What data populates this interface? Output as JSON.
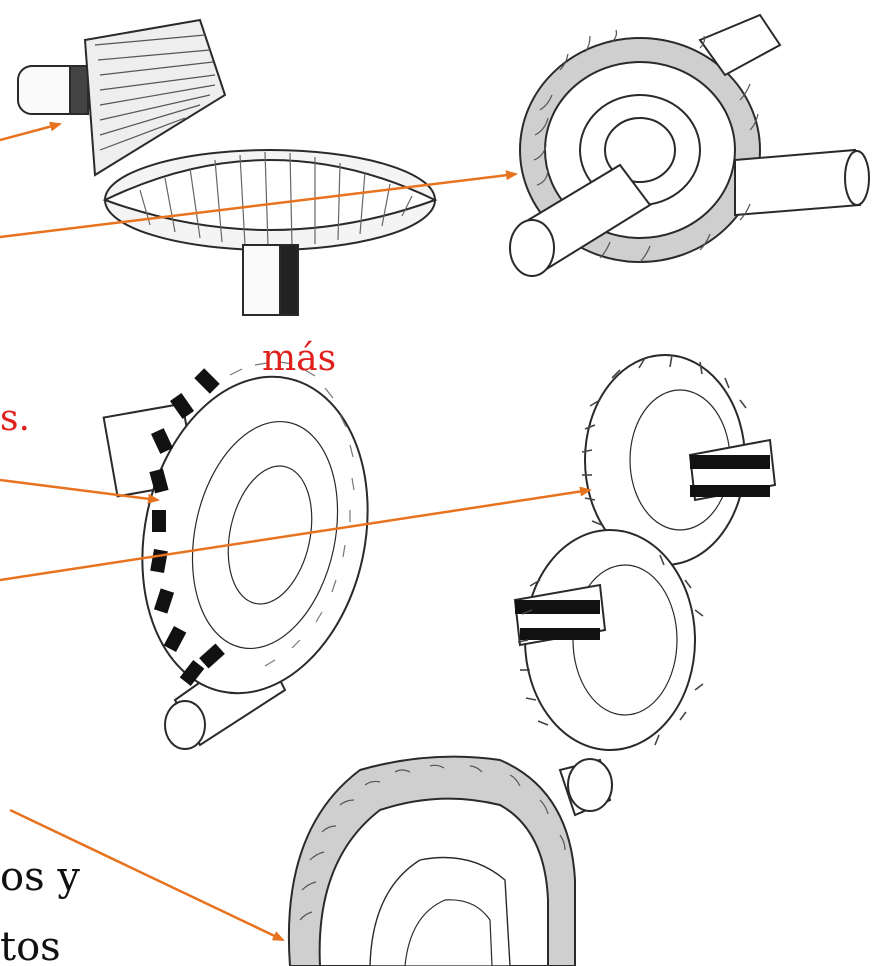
{
  "text_fragments": {
    "red_line1": "más",
    "red_line2": "s.",
    "black_line1": "os y",
    "black_line2": "tos"
  },
  "colors": {
    "arrow": "#e8731f",
    "red_text": "#e0201c",
    "black_text": "#111111",
    "gear_stroke": "#2a2a2a",
    "gear_fill": "#ffffff",
    "gear_shade": "#9a9a9a"
  },
  "gears": [
    {
      "name": "straight-bevel-gear-pair"
    },
    {
      "name": "spiral-bevel-gear-pair"
    },
    {
      "name": "skew-bevel-gear"
    },
    {
      "name": "helical-bevel-gear-pair"
    },
    {
      "name": "hypoid-gear-pair"
    }
  ]
}
